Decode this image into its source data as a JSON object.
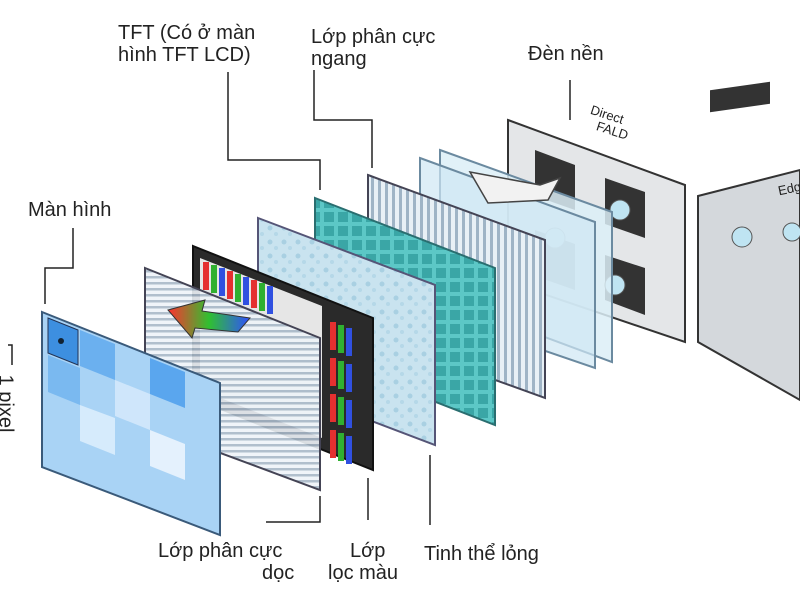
{
  "labels": {
    "tft": [
      "TFT (Có ở màn",
      "hình TFT LCD)"
    ],
    "polarizer_horizontal": [
      "Lớp phân cực",
      "ngang"
    ],
    "backlight": "Đèn nền",
    "direct_fald": [
      "Direct",
      "FALD"
    ],
    "edge": "Edg",
    "screen": "Màn hình",
    "one_pixel": "1 pixel",
    "polarizer_vertical": [
      "Lớp phân cực",
      "dọc"
    ],
    "color_filter": [
      "Lớp",
      "lọc màu"
    ],
    "liquid_crystal": "Tinh thể lỏng"
  }
}
